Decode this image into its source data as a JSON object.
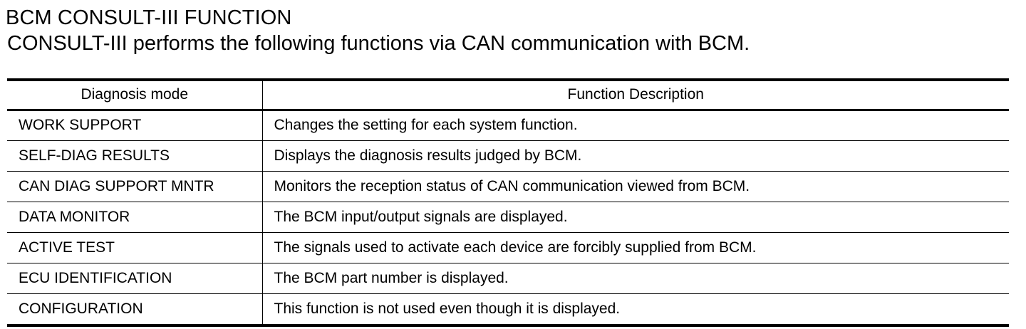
{
  "document": {
    "title": "BCM CONSULT-III FUNCTION",
    "subtitle": "CONSULT-III performs the following functions via CAN communication with BCM."
  },
  "table": {
    "headers": {
      "mode": "Diagnosis mode",
      "description": "Function Description"
    },
    "rows": [
      {
        "mode": "WORK SUPPORT",
        "description": "Changes the setting for each system function."
      },
      {
        "mode": "SELF-DIAG RESULTS",
        "description": "Displays the diagnosis results judged by BCM."
      },
      {
        "mode": "CAN DIAG SUPPORT MNTR",
        "description": "Monitors the reception status of CAN communication viewed from BCM."
      },
      {
        "mode": "DATA MONITOR",
        "description": "The BCM input/output signals are displayed."
      },
      {
        "mode": "ACTIVE TEST",
        "description": "The signals used to activate each device are forcibly supplied from BCM."
      },
      {
        "mode": "ECU IDENTIFICATION",
        "description": "The BCM part number is displayed."
      },
      {
        "mode": "CONFIGURATION",
        "description": "This function is not used even though it is displayed."
      }
    ]
  }
}
